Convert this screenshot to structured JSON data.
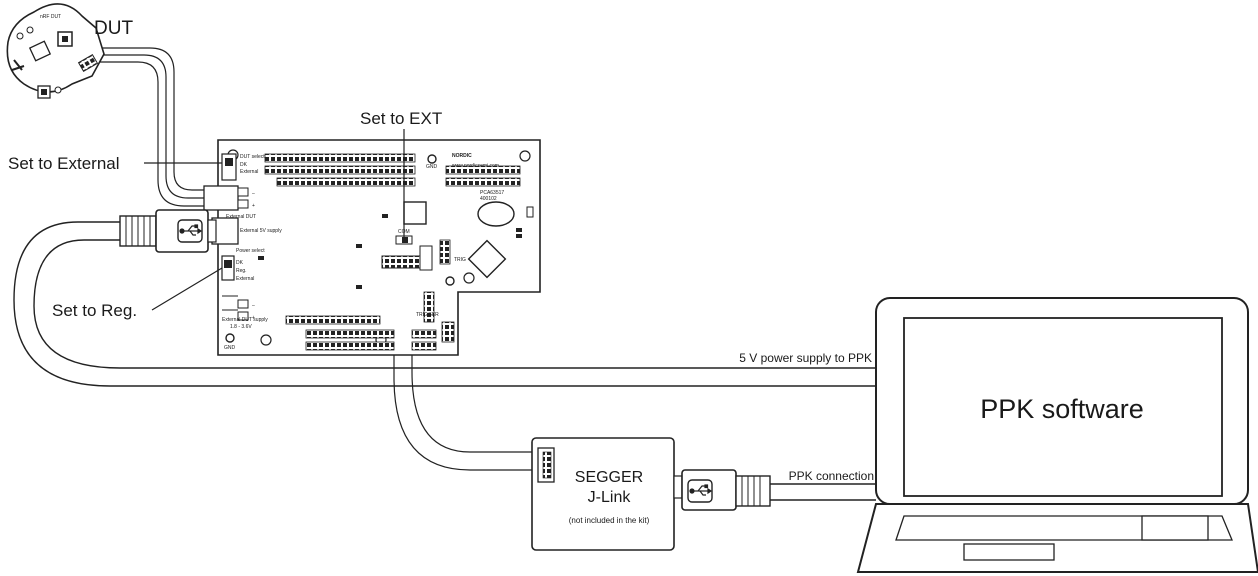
{
  "labels": {
    "dut": "DUT",
    "set_to_external": "Set to External",
    "set_to_ext": "Set to EXT",
    "set_to_reg": "Set to Reg.",
    "power_supply": "5 V power supply to PPK",
    "ppk_connection": "PPK connection",
    "ppk_software": "PPK software",
    "segger_line1": "SEGGER",
    "segger_line2": "J-Link",
    "segger_note": "(not included in the kit)"
  },
  "board": {
    "logo": "NORDIC",
    "website": "www.nordicsemi.com",
    "part": "PCA63517",
    "rev": "400102",
    "dut_select": "DUT select",
    "dk": "DK",
    "external": "External",
    "external_dut": "External DUT",
    "usb_label": "External 5V supply",
    "power_select": "Power select",
    "reg": "Reg.",
    "ext_dut_supply": "External DUT supply",
    "voltage_range": "1.8 - 3.6V",
    "com": "COM",
    "trig": "TRIG",
    "trigger": "TRIGGER",
    "gnd": "GND",
    "minus": "–",
    "plus": "+"
  }
}
